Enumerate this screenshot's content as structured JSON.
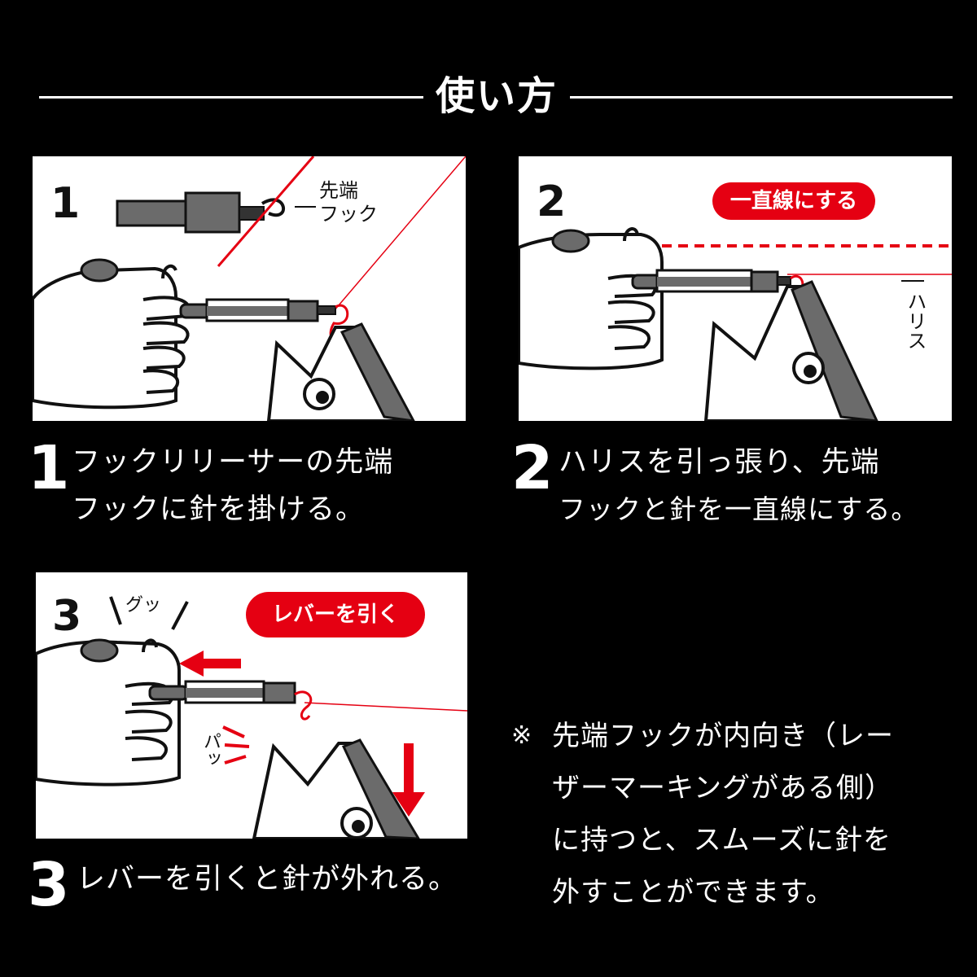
{
  "title": "使い方",
  "panels": [
    {
      "number": "1",
      "tip_label_line1": "先端",
      "tip_label_line2": "フック"
    },
    {
      "number": "2",
      "bubble": "一直線にする",
      "line_label": "ハリス"
    },
    {
      "number": "3",
      "effect_grip": "グッ",
      "effect_snap": "パッ",
      "bubble": "レバーを引く"
    }
  ],
  "steps": [
    {
      "number": "1",
      "line1": "フックリリーサーの先端",
      "line2": "フックに針を掛ける。"
    },
    {
      "number": "2",
      "line1": "ハリスを引っ張り、先端",
      "line2": "フックと針を一直線にする。"
    },
    {
      "number": "3",
      "line1": "レバーを引くと針が外れる。"
    }
  ],
  "note": {
    "mark": "※",
    "line1": "先端フックが内向き（レー",
    "line2": "ザーマーキングがある側）",
    "line3": "に持つと、スムーズに針を",
    "line4": "外すことができます。"
  },
  "colors": {
    "accent_red": "#e50012",
    "background": "#000000",
    "panel_background": "#ffffff",
    "tool_gray": "#6b6b6b"
  }
}
